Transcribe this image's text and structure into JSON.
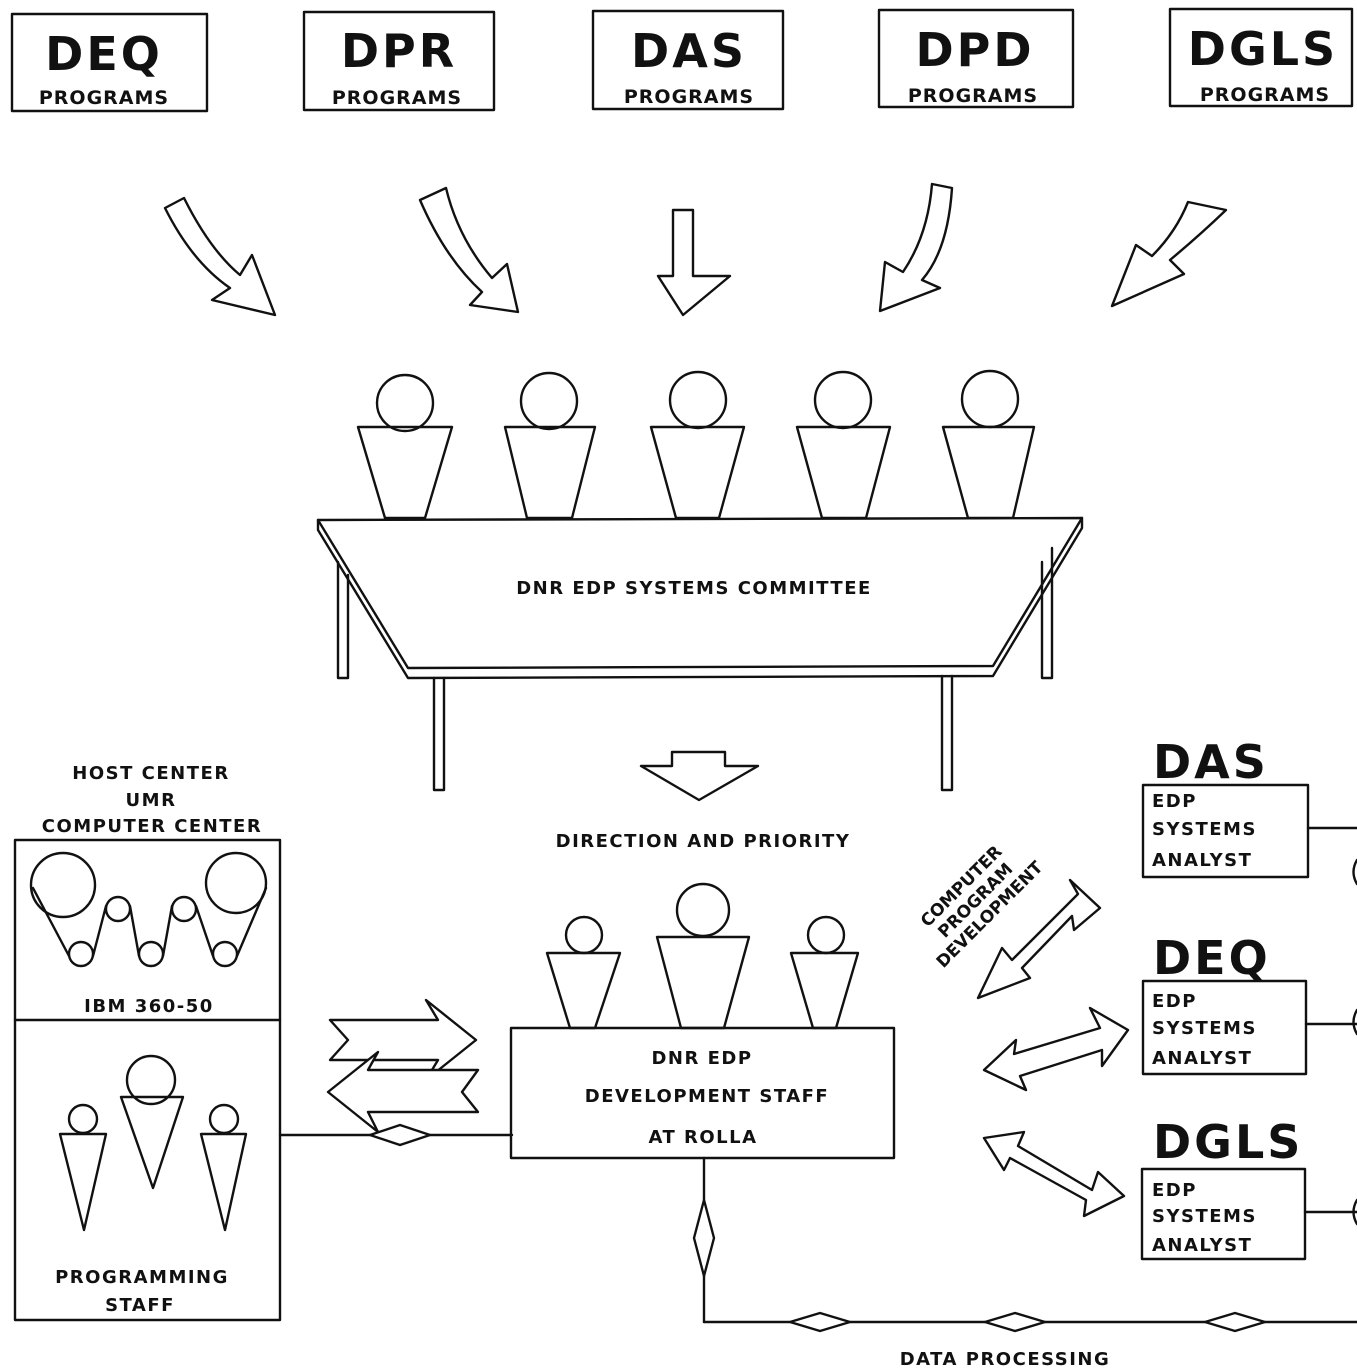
{
  "divisions": [
    {
      "id": "deq",
      "name": "DEQ",
      "sub": "PROGRAMS"
    },
    {
      "id": "dpr",
      "name": "DPR",
      "sub": "PROGRAMS"
    },
    {
      "id": "das",
      "name": "DAS",
      "sub": "PROGRAMS"
    },
    {
      "id": "dpd",
      "name": "DPD",
      "sub": "PROGRAMS"
    },
    {
      "id": "dgls",
      "name": "DGLS",
      "sub": "PROGRAMS"
    }
  ],
  "committee": {
    "label": "DNR EDP SYSTEMS COMMITTEE"
  },
  "direction": {
    "label": "DIRECTION AND PRIORITY"
  },
  "host": {
    "title": [
      "HOST CENTER",
      "UMR",
      "COMPUTER CENTER"
    ],
    "computer": "IBM 360-50",
    "staff": [
      "PROGRAMMING",
      "STAFF"
    ]
  },
  "dev_staff": {
    "lines": [
      "DNR EDP",
      "DEVELOPMENT STAFF",
      "AT ROLLA"
    ]
  },
  "program_dev": {
    "lines": [
      "COMPUTER",
      "PROGRAM",
      "DEVELOPMENT"
    ]
  },
  "analysts": [
    {
      "id": "das",
      "division": "DAS",
      "lines": [
        "EDP",
        "SYSTEMS",
        "ANALYST"
      ]
    },
    {
      "id": "deq",
      "division": "DEQ",
      "lines": [
        "EDP",
        "SYSTEMS",
        "ANALYST"
      ]
    },
    {
      "id": "dgls",
      "division": "DGLS",
      "lines": [
        "EDP",
        "SYSTEMS",
        "ANALYST"
      ]
    }
  ],
  "data_processing": {
    "label": "DATA PROCESSING"
  }
}
